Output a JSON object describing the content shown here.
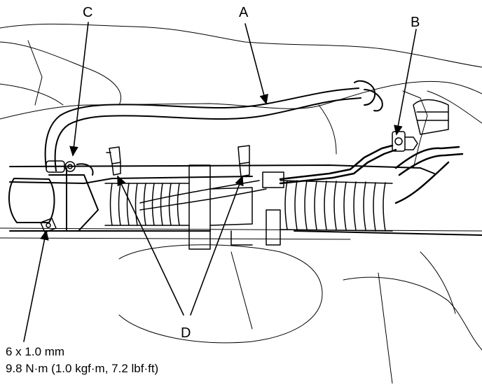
{
  "callouts": {
    "a": "A",
    "b": "B",
    "c": "C",
    "d": "D"
  },
  "spec": {
    "size": "6 x 1.0 mm",
    "torque": "9.8 N·m (1.0 kgf·m, 7.2 lbf·ft)"
  }
}
